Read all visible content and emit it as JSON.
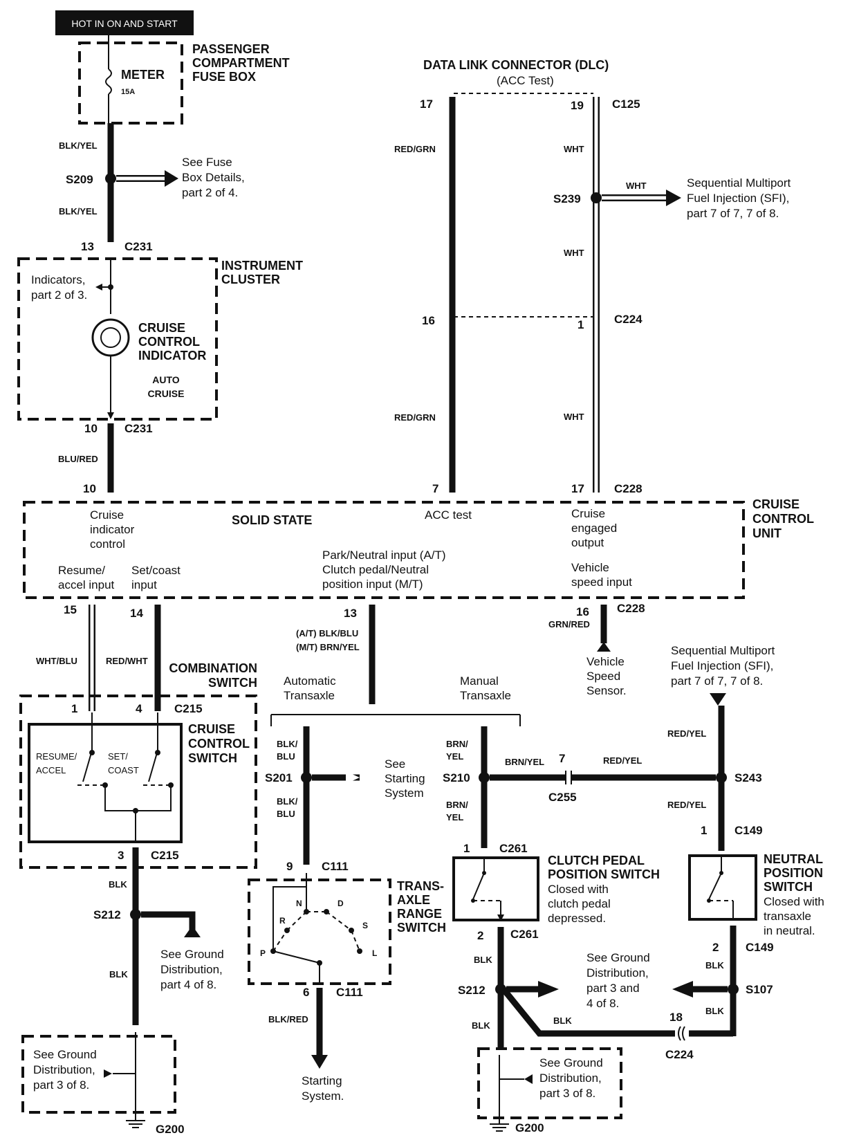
{
  "header": {
    "hot_label": "HOT IN ON AND START"
  },
  "fuse_box": {
    "title_lines": [
      "PASSENGER",
      "COMPARTMENT",
      "FUSE BOX"
    ],
    "fuse_name": "METER",
    "fuse_rating": "15A"
  },
  "dlc": {
    "title": "DATA LINK CONNECTOR (DLC)",
    "subtitle": "(ACC Test)"
  },
  "instrument_cluster": {
    "title_lines": [
      "INSTRUMENT",
      "CLUSTER"
    ],
    "indicator_lines": [
      "CRUISE",
      "CONTROL",
      "INDICATOR"
    ],
    "auto_cruise_lines": [
      "AUTO",
      "CRUISE"
    ],
    "indicators_ref": [
      "Indicators,",
      "part 2 of 3."
    ]
  },
  "cruise_unit": {
    "title_lines": [
      "CRUISE",
      "CONTROL",
      "UNIT"
    ],
    "solid_state": "SOLID STATE",
    "cruise_ind_lines": [
      "Cruise",
      "indicator",
      "control"
    ],
    "acc_test": "ACC  test",
    "engaged_lines": [
      "Cruise",
      "engaged",
      "output"
    ],
    "resume_lines": [
      "Resume/",
      "accel input"
    ],
    "setcoast_lines": [
      "Set/coast",
      "input"
    ],
    "park_lines": [
      "Park/Neutral input (A/T)",
      "Clutch pedal/Neutral",
      "position input (M/T)"
    ],
    "vss_lines": [
      "Vehicle",
      "speed input"
    ]
  },
  "combination_switch": {
    "title_lines": [
      "COMBINATION",
      "SWITCH"
    ],
    "cruise_switch_lines": [
      "CRUISE",
      "CONTROL",
      "SWITCH"
    ],
    "resume_lines": [
      "RESUME/",
      "ACCEL"
    ],
    "set_lines": [
      "SET/",
      "COAST"
    ]
  },
  "transaxle": {
    "auto_lines": [
      "Automatic",
      "Transaxle"
    ],
    "manual_lines": [
      "Manual",
      "Transaxle"
    ],
    "range_lines": [
      "TRANS-",
      "AXLE",
      "RANGE",
      "SWITCH"
    ],
    "positions": [
      "P",
      "R",
      "N",
      "D",
      "S",
      "L"
    ]
  },
  "clutch_switch": {
    "title_lines": [
      "CLUTCH PEDAL",
      "POSITION SWITCH"
    ],
    "desc_lines": [
      "Closed with",
      "clutch pedal",
      "depressed."
    ]
  },
  "neutral_switch": {
    "title_lines": [
      "NEUTRAL",
      "POSITION",
      "SWITCH"
    ],
    "desc_lines": [
      "Closed with",
      "transaxle",
      "in neutral."
    ]
  },
  "references": {
    "fuse_details": [
      "See Fuse",
      "Box Details,",
      "part 2 of 4."
    ],
    "sfi_top": [
      "Sequential Multiport",
      "Fuel Injection (SFI),",
      "part 7 of 7, 7 of 8."
    ],
    "sfi_right": [
      "Sequential Multiport",
      "Fuel Injection (SFI),",
      "part 7 of 7, 7 of 8."
    ],
    "vss": [
      "Vehicle",
      "Speed",
      "Sensor."
    ],
    "starting_system_ref": [
      "See",
      "Starting",
      "System"
    ],
    "starting_system": [
      "Starting",
      "System."
    ],
    "ground_4of8": [
      "See Ground",
      "Distribution,",
      "part 4 of 8."
    ],
    "ground_3of8_left": [
      "See Ground",
      "Distribution,",
      "part 3 of 8."
    ],
    "ground_3and4": [
      "See Ground",
      "Distribution,",
      "part 3 and",
      "4 of 8."
    ],
    "ground_3of8_right": [
      "See Ground",
      "Distribution,",
      "part 3 of 8."
    ]
  },
  "splices": {
    "s209": "S209",
    "s239": "S239",
    "s201": "S201",
    "s210": "S210",
    "s243": "S243",
    "s212a": "S212",
    "s212b": "S212",
    "s107": "S107"
  },
  "grounds": {
    "left": "G200",
    "right": "G200"
  },
  "connectors": {
    "c231a": "C231",
    "c231b": "C231",
    "c125": "C125",
    "c224a": "C224",
    "c228a": "C228",
    "c228b": "C228",
    "c215a": "C215",
    "c215b": "C215",
    "c111a": "C111",
    "c111b": "C111",
    "c255": "C255",
    "c261a": "C261",
    "c261b": "C261",
    "c149a": "C149",
    "c149b": "C149",
    "c224b": "C224"
  },
  "pins": {
    "p13a": "13",
    "p10a": "10",
    "p10b": "10",
    "p17a": "17",
    "p19": "19",
    "p16a": "16",
    "p1a": "1",
    "p7a": "7",
    "p17b": "17",
    "p15": "15",
    "p14": "14",
    "p13b": "13",
    "p16b": "16",
    "p1b": "1",
    "p4": "4",
    "p3": "3",
    "p9": "9",
    "p6": "6",
    "p7b": "7",
    "p1c": "1",
    "p2a": "2",
    "p1d": "1",
    "p2b": "2",
    "p18": "18"
  },
  "wires": {
    "w_blkyel1": "BLK/YEL",
    "w_blkyel2": "BLK/YEL",
    "w_blured": "BLU/RED",
    "w_redgrn1": "RED/GRN",
    "w_redgrn2": "RED/GRN",
    "w_wht1": "WHT",
    "w_wht2": "WHT",
    "w_wht3": "WHT",
    "w_wht4": "WHT",
    "w_whtblu": "WHT/BLU",
    "w_redwht": "RED/WHT",
    "w_at": "(A/T) BLK/BLU",
    "w_mt": "(M/T) BRN/YEL",
    "w_grnred": "GRN/RED",
    "w_blkblu1": [
      "BLK/",
      "BLU"
    ],
    "w_blkblu2": [
      "BLK/",
      "BLU"
    ],
    "w_brnyel1": [
      "BRN/",
      "YEL"
    ],
    "w_brnyel2": [
      "BRN/",
      "YEL"
    ],
    "w_brnyel3": "BRN/YEL",
    "w_redyel1": "RED/YEL",
    "w_redyel2": "RED/YEL",
    "w_redyel3": "RED/YEL",
    "w_blk1": "BLK",
    "w_blk2": "BLK",
    "w_blk3": "BLK",
    "w_blk4": "BLK",
    "w_blk5": "BLK",
    "w_blk6": "BLK",
    "w_blk7": "BLK",
    "w_blkred": "BLK/RED"
  }
}
